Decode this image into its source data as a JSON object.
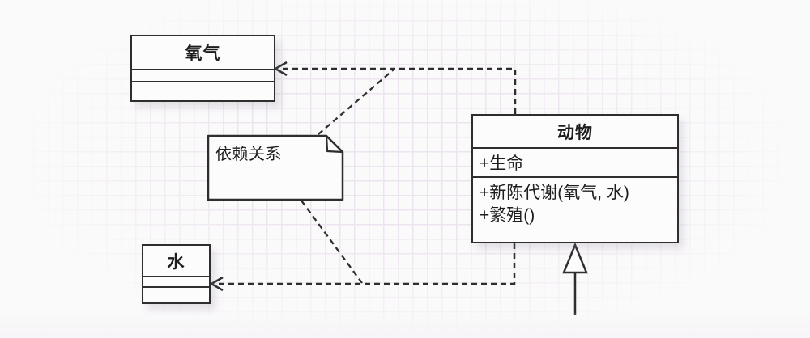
{
  "diagram": {
    "type": "uml-class-diagram",
    "classes": [
      {
        "name": "氧气",
        "attributes": [],
        "methods": []
      },
      {
        "name": "动物",
        "attributes": [
          "+生命"
        ],
        "methods": [
          "+新陈代谢(氧气, 水)",
          "+繁殖()"
        ]
      },
      {
        "name": "水",
        "attributes": [],
        "methods": []
      }
    ],
    "note": {
      "text": "依赖关系"
    },
    "relationships": [
      {
        "type": "dependency",
        "from": "动物",
        "to": "氧气",
        "line": "dashed",
        "arrow": "open"
      },
      {
        "type": "dependency",
        "from": "动物",
        "to": "水",
        "line": "dashed",
        "arrow": "open"
      },
      {
        "type": "generalization",
        "to": "动物",
        "line": "solid",
        "arrow": "hollow-triangle"
      }
    ]
  },
  "colors": {
    "background": "#fbfafb",
    "grid_line": "#ece4ee",
    "shape_border": "#2e2e2e",
    "shape_fill": "#fdfcfd",
    "text": "#1d1d1d"
  }
}
